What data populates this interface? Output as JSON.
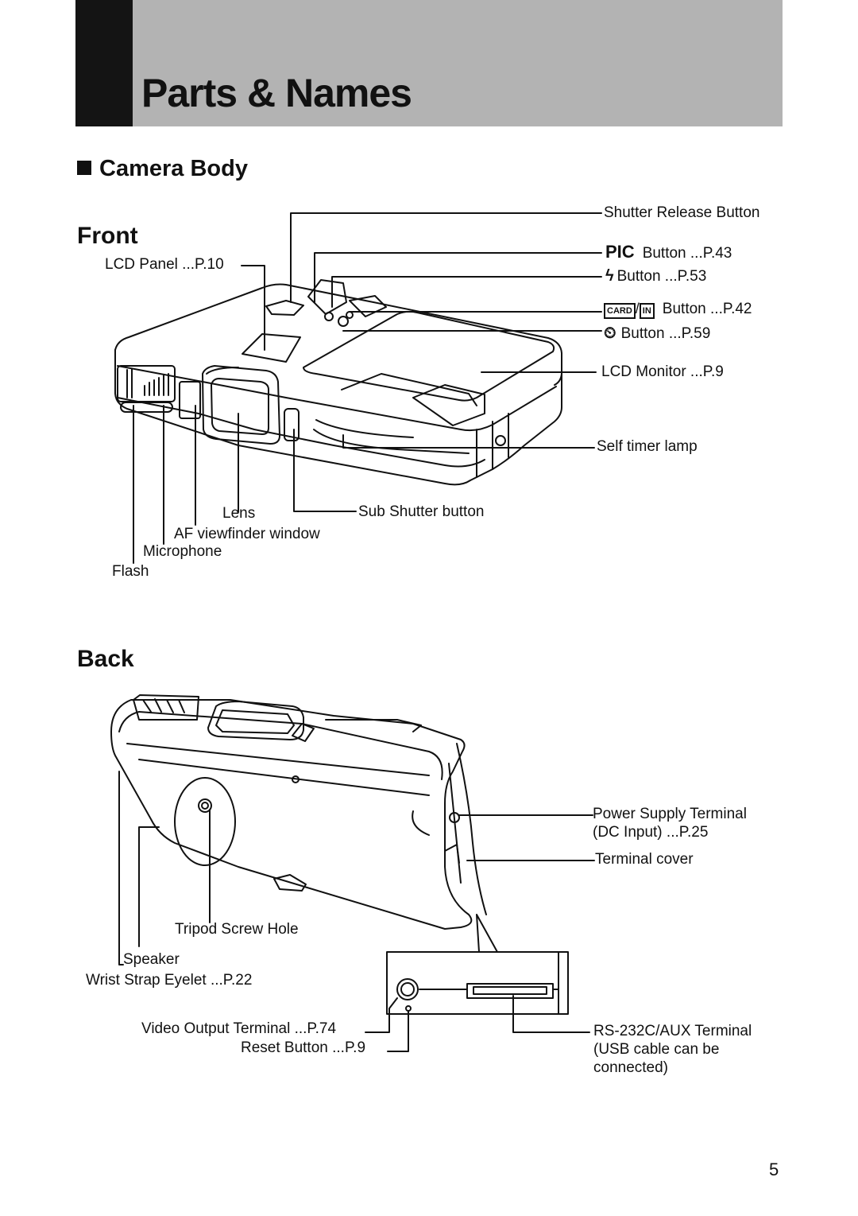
{
  "page": {
    "title": "Parts & Names",
    "section": "Camera Body",
    "page_number": "5"
  },
  "front": {
    "heading": "Front",
    "labels": {
      "lcd_panel": "LCD Panel ...P.10",
      "shutter_release": "Shutter Release Button",
      "pic_icon": "PIC",
      "pic_button": "Button ...P.43",
      "flash_button": "Button ...P.53",
      "card_icon": "CARD",
      "in_icon": "IN",
      "card_in_button": "Button ...P.42",
      "timer_button": "Button ...P.59",
      "lcd_monitor": "LCD Monitor ...P.9",
      "self_timer_lamp": "Self timer lamp",
      "lens": "Lens",
      "sub_shutter": "Sub Shutter button",
      "af_window": "AF viewfinder window",
      "microphone": "Microphone",
      "flash": "Flash"
    }
  },
  "back": {
    "heading": "Back",
    "labels": {
      "power_supply_1": "Power Supply Terminal",
      "power_supply_2": "(DC Input) ...P.25",
      "terminal_cover": "Terminal cover",
      "tripod": "Tripod Screw Hole",
      "speaker": "Speaker",
      "wrist_strap": "Wrist Strap Eyelet ...P.22",
      "video_out": "Video Output Terminal ...P.74",
      "reset": "Reset Button ...P.9",
      "rs232_1": "RS-232C/AUX Terminal",
      "rs232_2": "(USB cable can be",
      "rs232_3": "connected)"
    }
  },
  "icons": {
    "flash_icon": "lightning-icon",
    "timer_icon": "self-timer-icon"
  }
}
